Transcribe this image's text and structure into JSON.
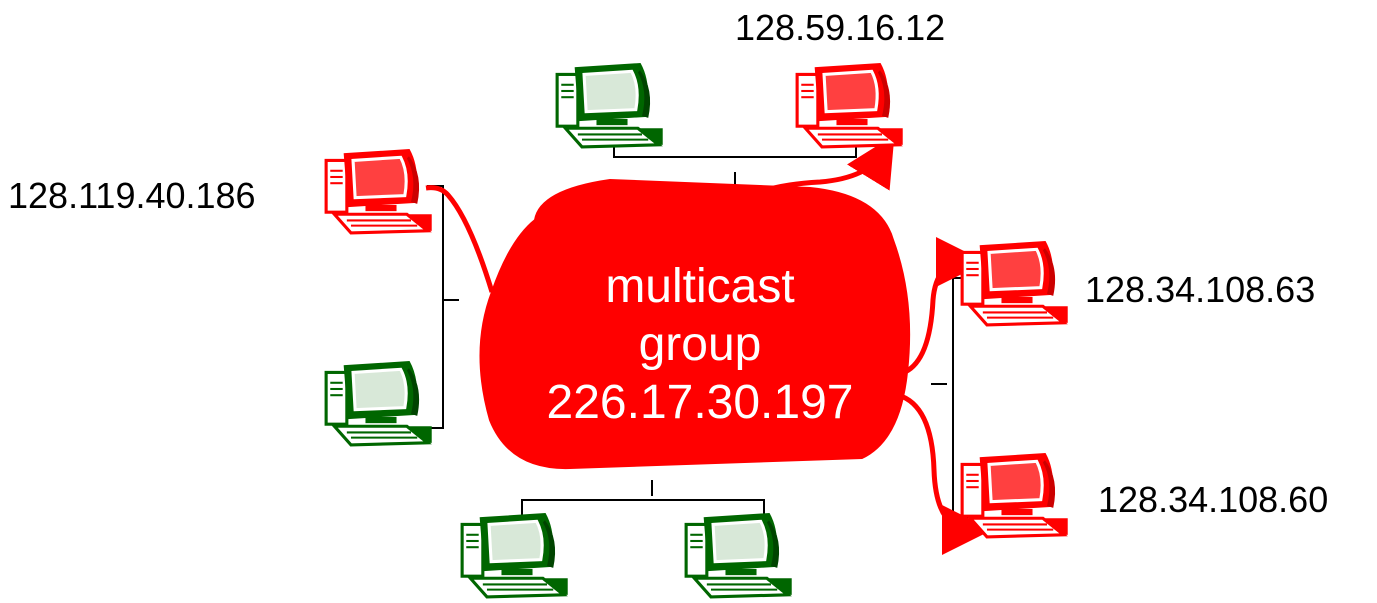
{
  "cloud": {
    "lines": [
      "multicast",
      "group",
      "226.17.30.197"
    ]
  },
  "hosts": {
    "top_right": "128.59.16.12",
    "left_top": "128.119.40.186",
    "right_top": "128.34.108.63",
    "right_bottom": "128.34.108.60"
  },
  "colors": {
    "group_member": "#ff0000",
    "non_member": "#006600",
    "cloud": "#ff0000",
    "links": "#000000",
    "multicast_path": "#ff0000"
  },
  "icons": {
    "member_host": "computer-icon-red",
    "other_host": "computer-icon-green"
  }
}
